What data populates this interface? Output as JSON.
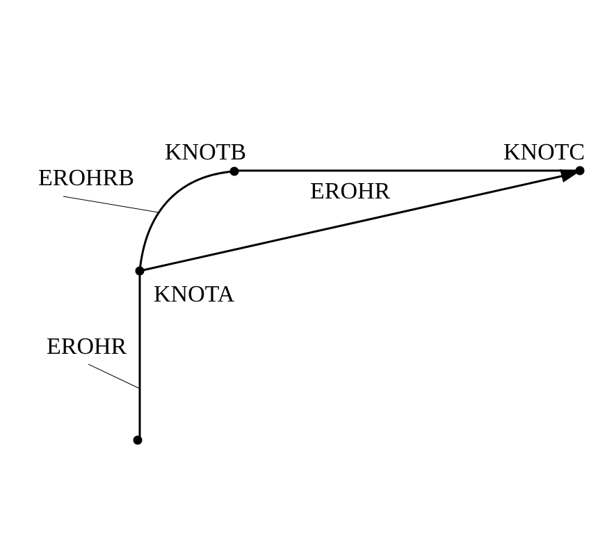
{
  "colors": {
    "background": "#ffffff",
    "ink": "#000000"
  },
  "nodes": {
    "knota": "KNOTA",
    "knotb": "KNOTB",
    "knotc": "KNOTC"
  },
  "elements": {
    "bend_label": "EROHRB",
    "straight_label": "EROHR",
    "vertical_label": "EROHR"
  }
}
